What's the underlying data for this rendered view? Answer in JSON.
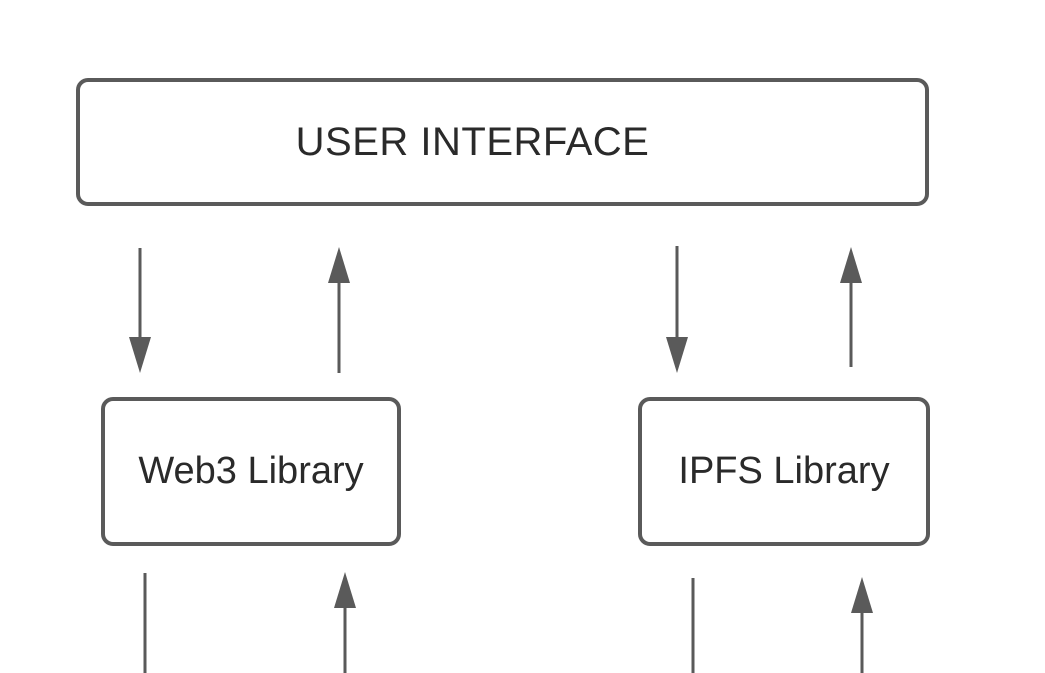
{
  "diagram": {
    "nodes": {
      "user_interface": {
        "label": "USER INTERFACE"
      },
      "web3_library": {
        "label": "Web3 Library"
      },
      "ipfs_library": {
        "label": "IPFS Library"
      }
    },
    "edges": [
      {
        "from": "user_interface",
        "to": "web3_library",
        "direction": "down"
      },
      {
        "from": "web3_library",
        "to": "user_interface",
        "direction": "up"
      },
      {
        "from": "user_interface",
        "to": "ipfs_library",
        "direction": "down"
      },
      {
        "from": "ipfs_library",
        "to": "user_interface",
        "direction": "up"
      },
      {
        "from": "web3_library",
        "to": "below",
        "direction": "down"
      },
      {
        "from": "below",
        "to": "web3_library",
        "direction": "up"
      },
      {
        "from": "ipfs_library",
        "to": "below",
        "direction": "down"
      },
      {
        "from": "below",
        "to": "ipfs_library",
        "direction": "up"
      }
    ],
    "colors": {
      "stroke": "#5a5a5a",
      "text": "#2a2a2a",
      "background": "#ffffff"
    }
  }
}
